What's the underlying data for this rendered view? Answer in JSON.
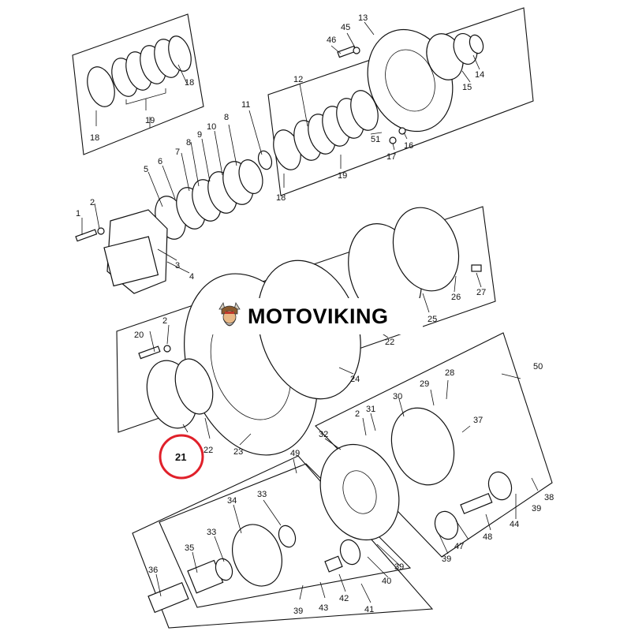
{
  "brand": {
    "name": "MOTOVIKING"
  },
  "highlight": {
    "label": "21",
    "color": "#e0202a"
  },
  "callouts": [
    {
      "id": "c1",
      "text": "1"
    },
    {
      "id": "c2a",
      "text": "2"
    },
    {
      "id": "c3",
      "text": "3"
    },
    {
      "id": "c4",
      "text": "4"
    },
    {
      "id": "c5",
      "text": "5"
    },
    {
      "id": "c6",
      "text": "6"
    },
    {
      "id": "c7",
      "text": "7"
    },
    {
      "id": "c8a",
      "text": "8"
    },
    {
      "id": "c8b",
      "text": "8"
    },
    {
      "id": "c9",
      "text": "9"
    },
    {
      "id": "c10",
      "text": "10"
    },
    {
      "id": "c11",
      "text": "11"
    },
    {
      "id": "c12",
      "text": "12"
    },
    {
      "id": "c13",
      "text": "13"
    },
    {
      "id": "c14",
      "text": "14"
    },
    {
      "id": "c15",
      "text": "15"
    },
    {
      "id": "c16",
      "text": "16"
    },
    {
      "id": "c17",
      "text": "17"
    },
    {
      "id": "c18a",
      "text": "18"
    },
    {
      "id": "c18b",
      "text": "18"
    },
    {
      "id": "c18c",
      "text": "18"
    },
    {
      "id": "c19a",
      "text": "19"
    },
    {
      "id": "c19b",
      "text": "19"
    },
    {
      "id": "c20",
      "text": "20"
    },
    {
      "id": "c2b",
      "text": "2"
    },
    {
      "id": "c22a",
      "text": "22"
    },
    {
      "id": "c22b",
      "text": "22"
    },
    {
      "id": "c23",
      "text": "23"
    },
    {
      "id": "c24",
      "text": "24"
    },
    {
      "id": "c25",
      "text": "25"
    },
    {
      "id": "c26",
      "text": "26"
    },
    {
      "id": "c27",
      "text": "27"
    },
    {
      "id": "c28",
      "text": "28"
    },
    {
      "id": "c29",
      "text": "29"
    },
    {
      "id": "c30",
      "text": "30"
    },
    {
      "id": "c31",
      "text": "31"
    },
    {
      "id": "c2c",
      "text": "2"
    },
    {
      "id": "c32",
      "text": "32"
    },
    {
      "id": "c33a",
      "text": "33"
    },
    {
      "id": "c33b",
      "text": "33"
    },
    {
      "id": "c34",
      "text": "34"
    },
    {
      "id": "c35",
      "text": "35"
    },
    {
      "id": "c36",
      "text": "36"
    },
    {
      "id": "c37",
      "text": "37"
    },
    {
      "id": "c38",
      "text": "38"
    },
    {
      "id": "c39a",
      "text": "39"
    },
    {
      "id": "c39b",
      "text": "39"
    },
    {
      "id": "c39c",
      "text": "39"
    },
    {
      "id": "c39d",
      "text": "39"
    },
    {
      "id": "c40",
      "text": "40"
    },
    {
      "id": "c41",
      "text": "41"
    },
    {
      "id": "c42",
      "text": "42"
    },
    {
      "id": "c43",
      "text": "43"
    },
    {
      "id": "c44",
      "text": "44"
    },
    {
      "id": "c45",
      "text": "45"
    },
    {
      "id": "c46",
      "text": "46"
    },
    {
      "id": "c47",
      "text": "47"
    },
    {
      "id": "c48",
      "text": "48"
    },
    {
      "id": "c49",
      "text": "49"
    },
    {
      "id": "c50",
      "text": "50"
    },
    {
      "id": "c51",
      "text": "51"
    }
  ]
}
